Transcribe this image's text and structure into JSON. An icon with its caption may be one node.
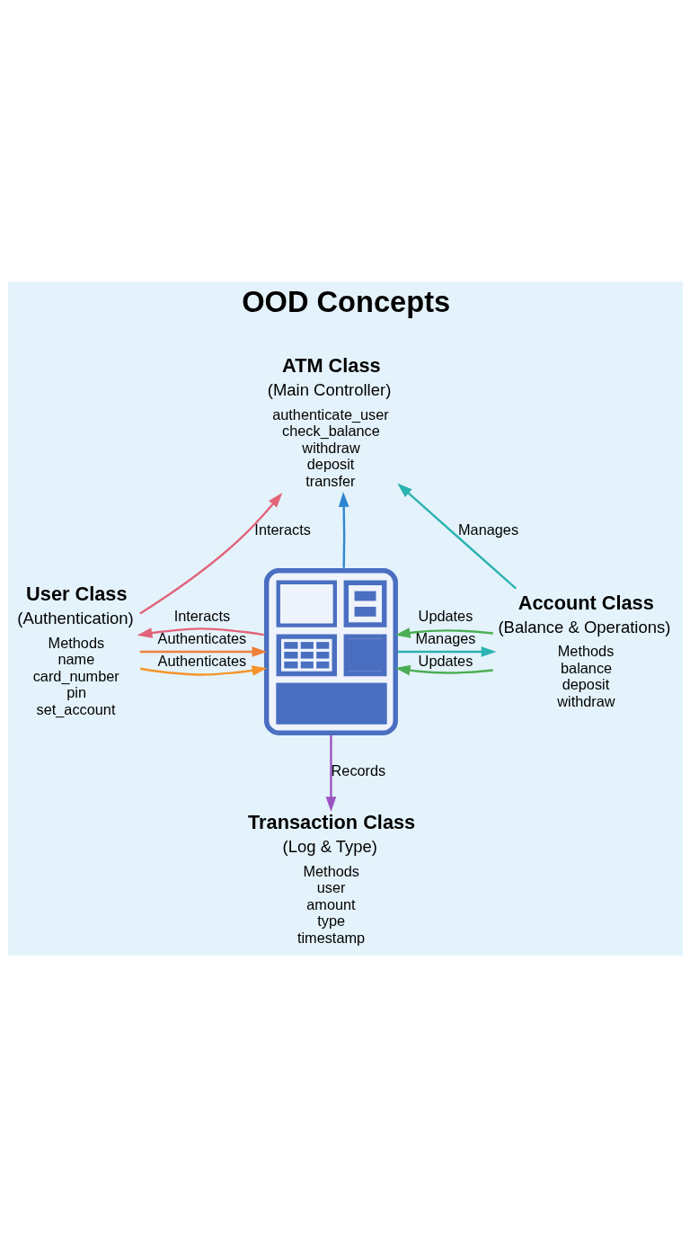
{
  "diagram": {
    "title": "OOD Concepts",
    "nodes": [
      {
        "text": [
          "ATM Class",
          "(Main Controller)",
          "authenticate_user",
          "check_balance",
          "withdraw",
          "deposit",
          "transfer"
        ]
      },
      {
        "text": [
          "User Class",
          "(Authentication)",
          "Methods",
          "name",
          "card_number",
          "pin",
          "set_account"
        ]
      },
      {
        "text": [],
        "shape": "picture"
      },
      {
        "text": [
          "Account Class",
          "(Balance & Operations)",
          "Methods",
          "balance",
          "deposit",
          "withdraw"
        ]
      },
      {
        "text": [
          "Transaction Class",
          "(Log & Type)",
          "Methods",
          "user",
          "amount",
          "type",
          "timestamp"
        ]
      }
    ],
    "edges": [
      {
        "from": 1,
        "to": 0,
        "arrow": "to",
        "label": "Interacts",
        "color": "#e2637a"
      },
      {
        "from": 3,
        "to": 0,
        "arrow": "to",
        "label": "Manages",
        "color": "#2bb3b1"
      },
      {
        "from": 1,
        "to": 2,
        "arrow": "to",
        "label": "Authenticates",
        "color": "#f07f3c"
      },
      {
        "from": 3,
        "to": 2,
        "arrow": "to",
        "label": "Updates",
        "color": "#4cae55"
      },
      {
        "from": 2,
        "to": 0,
        "arrow": "to",
        "color": "#2f86d0"
      },
      {
        "from": 2,
        "to": 1,
        "arrow": "to",
        "label": "Interacts",
        "color": "#e2637a"
      },
      {
        "from": 1,
        "to": 2,
        "arrow": "to",
        "label": "Authenticates",
        "color": "#f5942a"
      },
      {
        "from": 2,
        "to": 3,
        "arrow": "to",
        "label": "Manages",
        "color": "#2bb3b1"
      },
      {
        "from": 3,
        "to": 2,
        "arrow": "to",
        "label": "Updates",
        "color": "#4cae55"
      },
      {
        "from": 2,
        "to": 4,
        "arrow": "to",
        "label": "Records",
        "color": "#9b55c0"
      }
    ]
  }
}
